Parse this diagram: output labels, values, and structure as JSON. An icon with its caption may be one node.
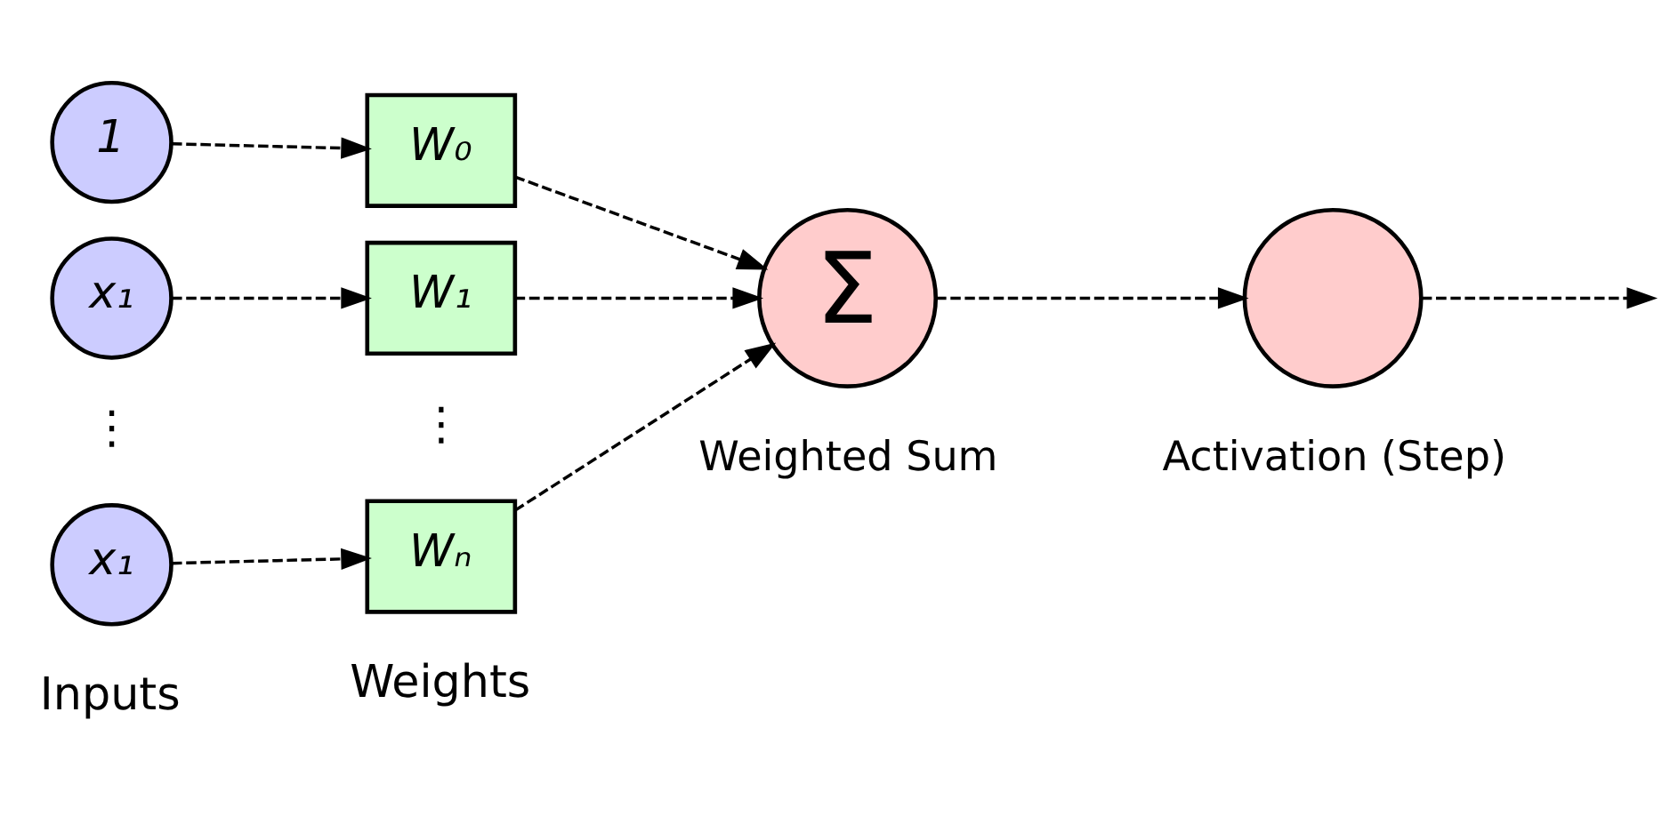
{
  "diagram": {
    "nodes": [
      {
        "text": [
          "1"
        ]
      },
      {
        "text": [
          "x₁"
        ]
      },
      {
        "text": [
          "x₁"
        ]
      },
      {
        "text": [
          "W₀"
        ]
      },
      {
        "text": [
          "W₁"
        ]
      },
      {
        "text": [
          "Wₙ"
        ]
      },
      {
        "text": [
          "Σ"
        ],
        "beside": [
          "Weighted Sum"
        ]
      },
      {
        "text": [],
        "shape": "circle",
        "beside": [
          "Activation (Step)"
        ]
      }
    ],
    "edges": [
      {
        "from": 0,
        "to": 3,
        "arrow": "to",
        "style": "dashed"
      },
      {
        "from": 1,
        "to": 4,
        "arrow": "to",
        "style": "dashed"
      },
      {
        "from": 2,
        "to": 5,
        "arrow": "to",
        "style": "dashed"
      },
      {
        "from": 3,
        "to": 6,
        "arrow": "to",
        "style": "dashed"
      },
      {
        "from": 4,
        "to": 6,
        "arrow": "to",
        "style": "dashed"
      },
      {
        "from": 5,
        "to": 6,
        "arrow": "to",
        "style": "dashed"
      },
      {
        "from": 6,
        "to": 7,
        "arrow": "to",
        "style": "dashed"
      },
      {
        "from": 7,
        "to": null,
        "arrow": "to",
        "style": "dashed"
      }
    ],
    "labels": [
      "⋮",
      "⋮",
      "Inputs",
      "Weights"
    ]
  }
}
